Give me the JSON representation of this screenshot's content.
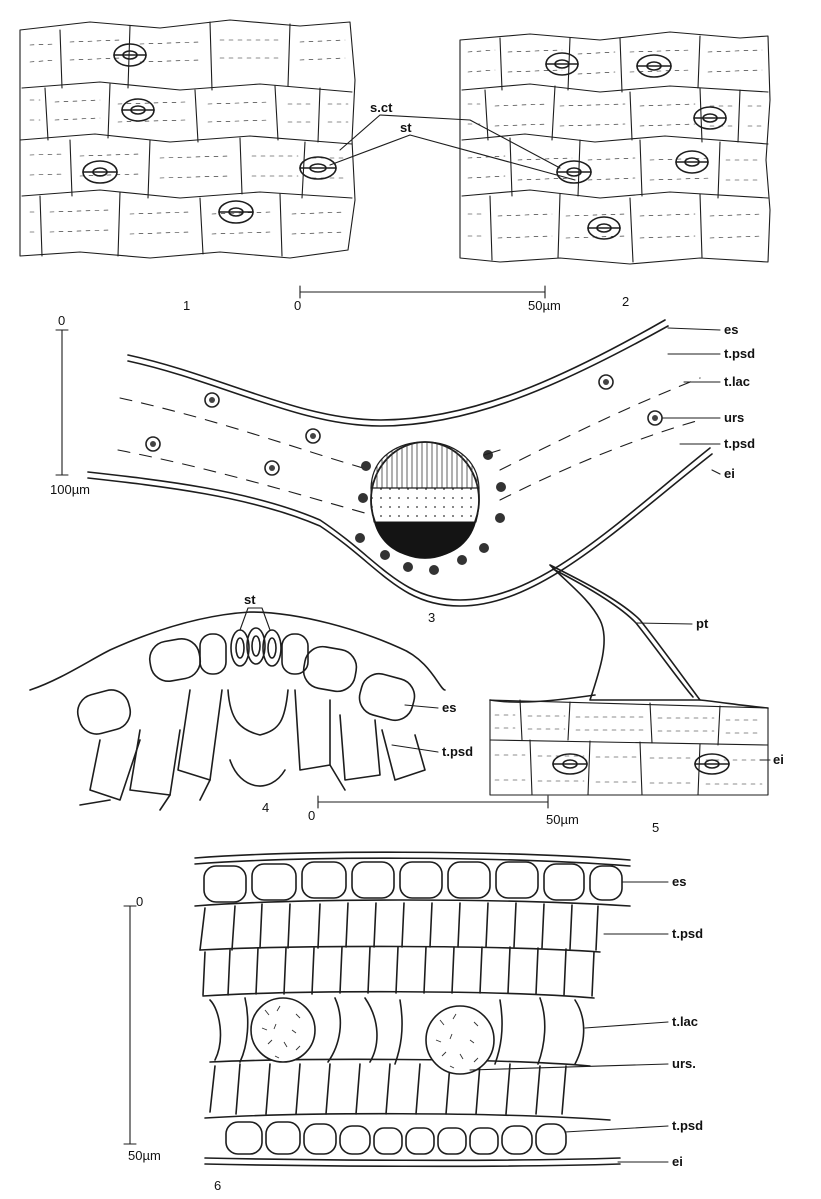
{
  "figures": {
    "fig1": {
      "number": "1"
    },
    "fig2": {
      "number": "2"
    },
    "fig3": {
      "number": "3"
    },
    "fig4": {
      "number": "4"
    },
    "fig5": {
      "number": "5"
    },
    "fig6": {
      "number": "6"
    }
  },
  "scale_bars": {
    "top": {
      "zero": "0",
      "end": "50µm"
    },
    "fig3": {
      "zero": "0",
      "end": "100µm"
    },
    "fig45": {
      "zero": "0",
      "end": "50µm"
    },
    "fig6": {
      "zero": "0",
      "end": "50µm"
    }
  },
  "labels": {
    "fig12": {
      "sct": "s.ct",
      "st": "st"
    },
    "fig3": {
      "es": "es",
      "tpsd1": "t.psd",
      "tlac": "t.lac",
      "urs": "urs",
      "tpsd2": "t.psd",
      "ei": "ei"
    },
    "fig4": {
      "st": "st",
      "es": "es",
      "tpsd": "t.psd"
    },
    "fig5": {
      "pt": "pt",
      "ei": "ei"
    },
    "fig6": {
      "es": "es",
      "tpsd1": "t.psd",
      "tlac": "t.lac",
      "urs": "urs.",
      "tpsd2": "t.psd",
      "ei": "ei"
    }
  }
}
